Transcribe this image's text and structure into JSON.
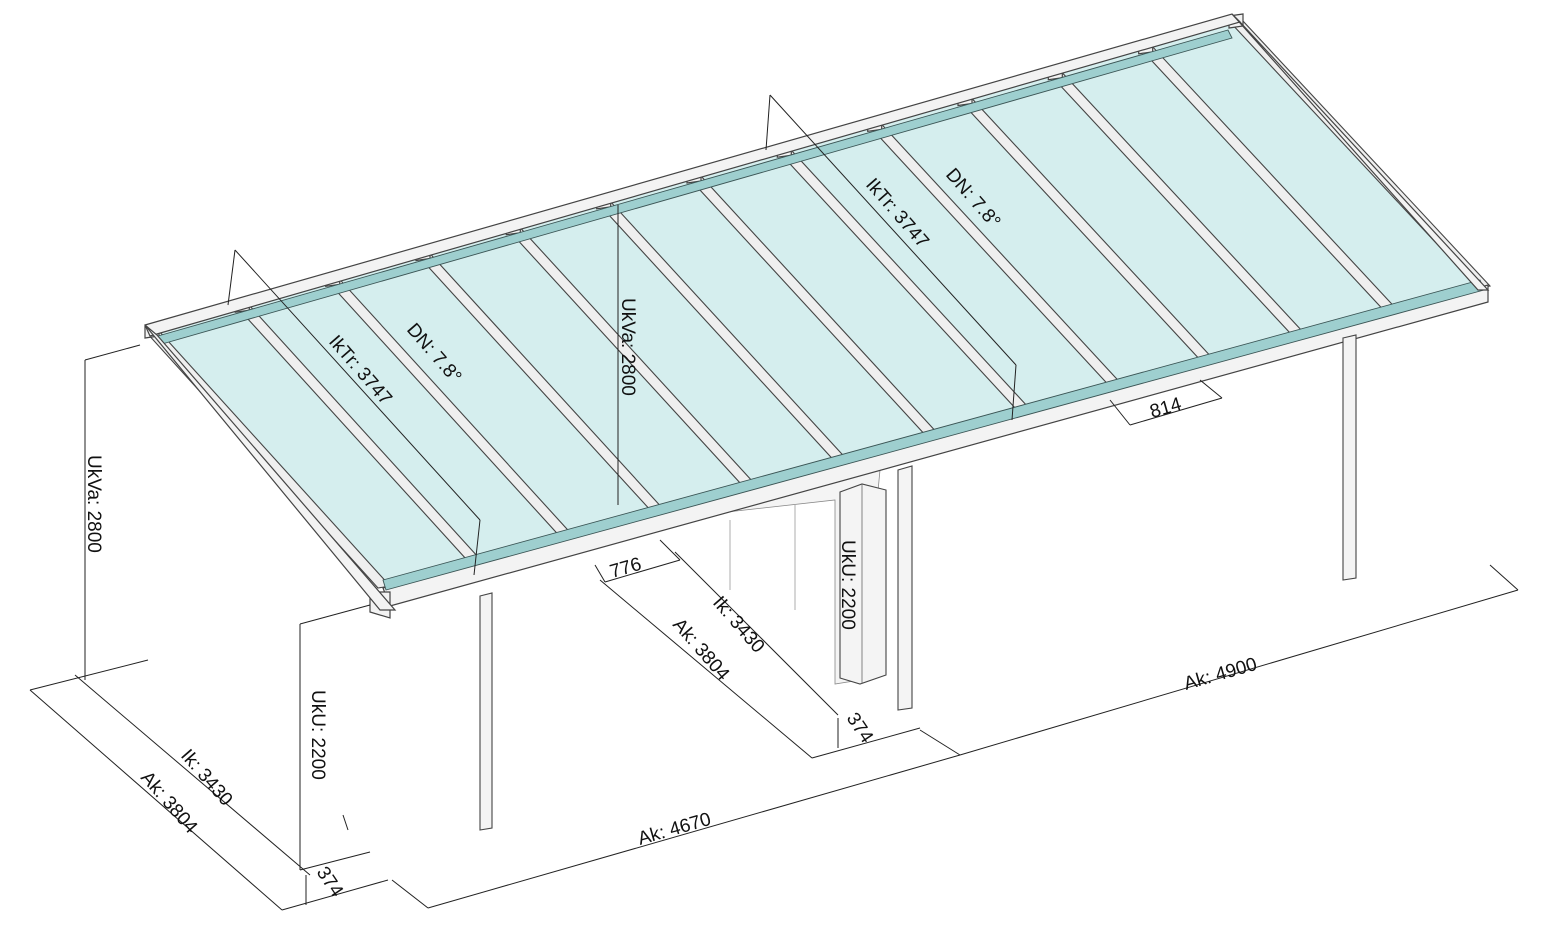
{
  "labels": {
    "left_height": "UkVa: 2800",
    "left_ikTr": "IkTr: 3747",
    "left_dn": "DN: 7.8°",
    "left_field": "776",
    "mid_ukva": "UkVa: 2800",
    "mid_ik": "Ik: 3430",
    "mid_ak": "Ak: 3804",
    "mid_uku": "UkU: 2200",
    "mid_374": "374",
    "right_ikTr": "IkTr: 3747",
    "right_dn": "DN: 7.8°",
    "right_field": "814",
    "front_uku": "UkU: 2200",
    "front_ik": "Ik: 3430",
    "front_ak": "Ak: 3804",
    "front_374": "374",
    "width_left": "Ak: 4670",
    "width_right": "Ak: 4900"
  },
  "colors": {
    "glass": "#d5eeee",
    "gutter_glass": "#9ecfcf",
    "frame": "#f3f3f3",
    "line": "#444444"
  }
}
